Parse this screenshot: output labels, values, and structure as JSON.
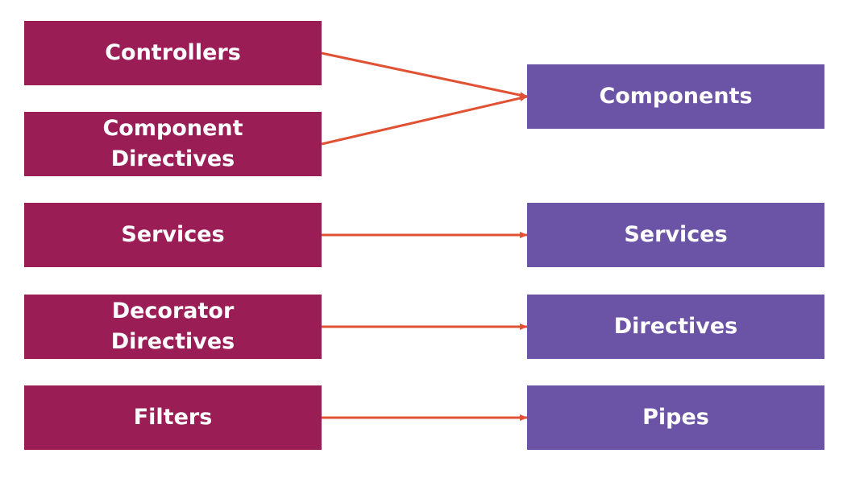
{
  "colors": {
    "source_box": "#9a1d56",
    "target_box": "#6b53a5",
    "arrow": "#e05233",
    "text": "#ffffff"
  },
  "sources": [
    {
      "id": "controllers",
      "label": "Controllers"
    },
    {
      "id": "component-directives",
      "label": "Component\nDirectives"
    },
    {
      "id": "services-src",
      "label": "Services"
    },
    {
      "id": "decorator-directives",
      "label": "Decorator\nDirectives"
    },
    {
      "id": "filters",
      "label": "Filters"
    }
  ],
  "targets": [
    {
      "id": "components",
      "label": "Components"
    },
    {
      "id": "services-tgt",
      "label": "Services"
    },
    {
      "id": "directives",
      "label": "Directives"
    },
    {
      "id": "pipes",
      "label": "Pipes"
    }
  ],
  "mappings": [
    {
      "from": "controllers",
      "to": "components"
    },
    {
      "from": "component-directives",
      "to": "components"
    },
    {
      "from": "services-src",
      "to": "services-tgt"
    },
    {
      "from": "decorator-directives",
      "to": "directives"
    },
    {
      "from": "filters",
      "to": "pipes"
    }
  ]
}
